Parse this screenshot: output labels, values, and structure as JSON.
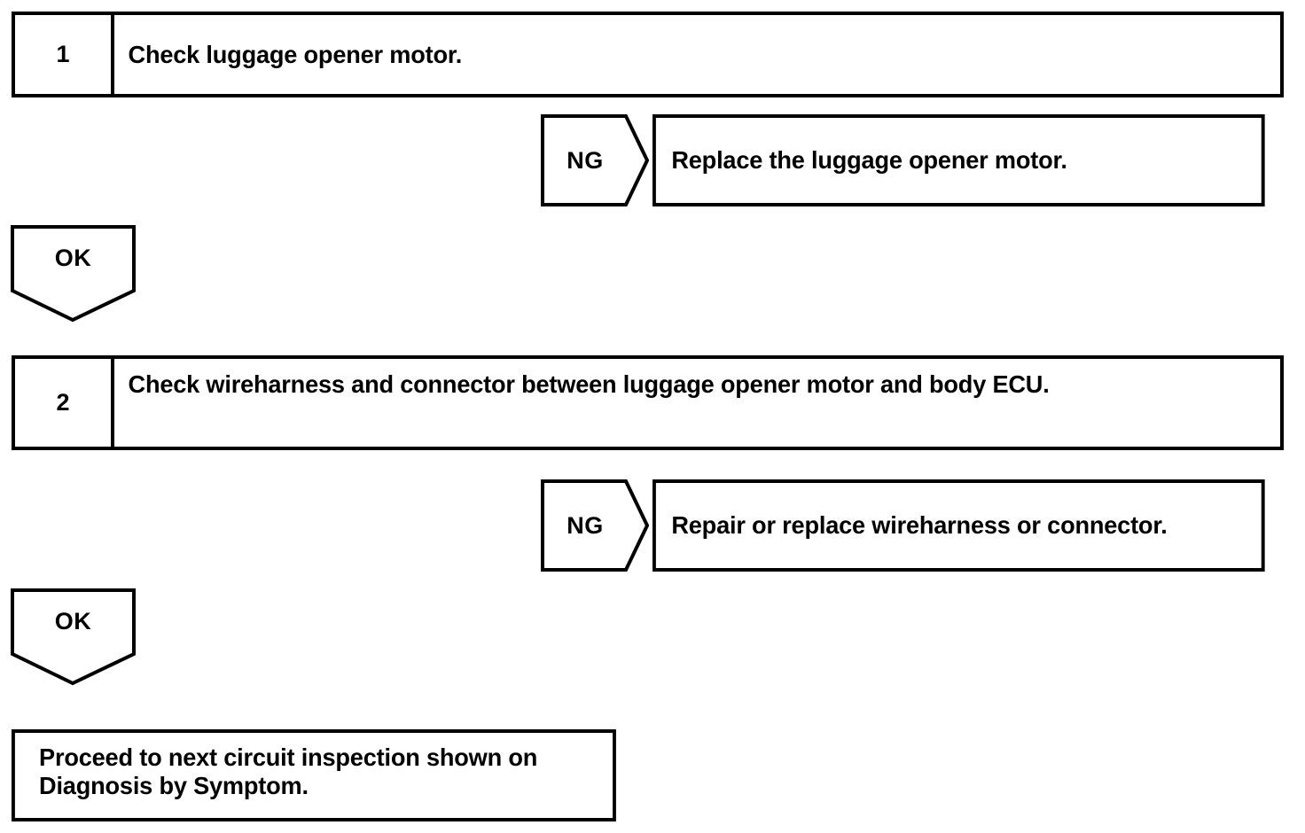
{
  "diagram": {
    "type": "troubleshooting-flowchart",
    "colors": {
      "stroke": "#000000",
      "background": "#ffffff",
      "text": "#000000"
    },
    "steps": [
      {
        "number": "1",
        "text": "Check luggage opener motor.",
        "ng": {
          "label": "NG",
          "result": "Replace the luggage opener motor."
        },
        "ok": {
          "label": "OK"
        }
      },
      {
        "number": "2",
        "text": "Check wireharness and connector between luggage opener motor and body ECU.",
        "ng": {
          "label": "NG",
          "result": "Repair or replace wireharness or connector."
        },
        "ok": {
          "label": "OK"
        }
      }
    ],
    "end": {
      "text": "Proceed to next circuit inspection shown on Diagnosis by Symptom."
    }
  }
}
